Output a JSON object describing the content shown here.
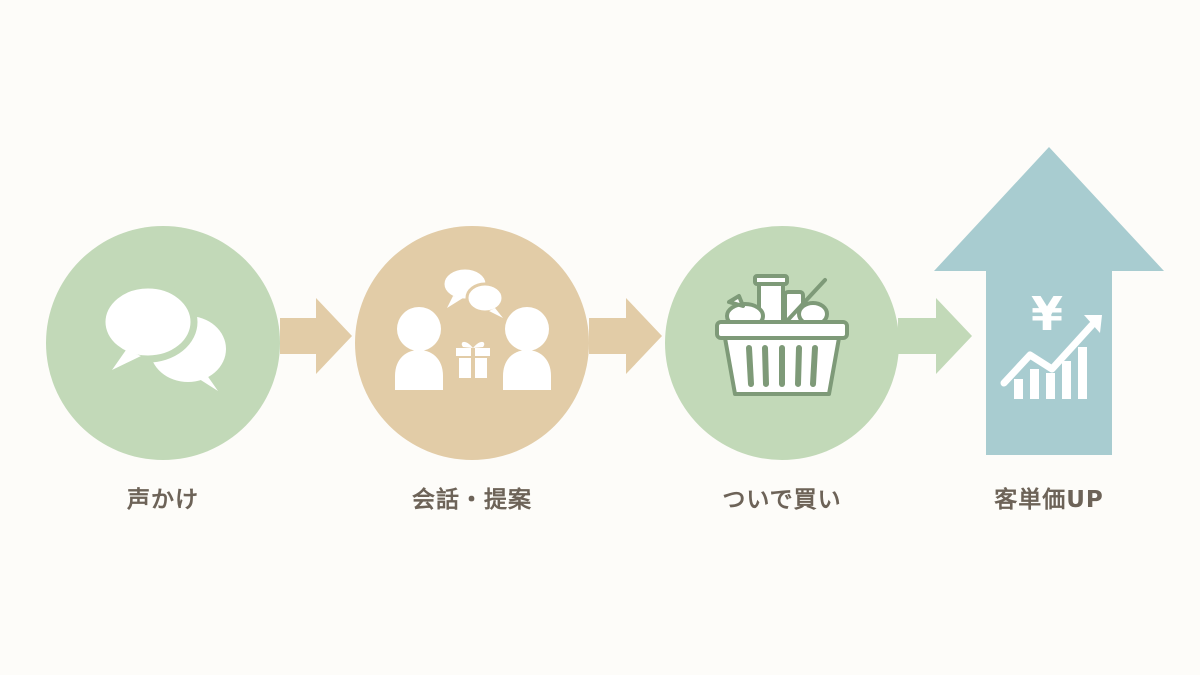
{
  "colors": {
    "background": "#fdfcf9",
    "sage_green": "#c2d9b8",
    "tan": "#e2cca7",
    "arrow_blue": "#a8ccd0",
    "label_text": "#6d6358",
    "icon_white": "#ffffff",
    "basket_stroke": "#7e9a78"
  },
  "steps": [
    {
      "label": "声かけ",
      "icon": "speech-bubbles-icon"
    },
    {
      "label": "会話・提案",
      "icon": "people-conversation-gift-icon"
    },
    {
      "label": "ついで買い",
      "icon": "shopping-basket-icon"
    },
    {
      "label": "客単価UP",
      "icon": "yen-growth-chart-icon"
    }
  ],
  "connectors": [
    "arrow-right-icon",
    "arrow-right-icon",
    "arrow-right-icon"
  ],
  "yen_symbol": "¥"
}
